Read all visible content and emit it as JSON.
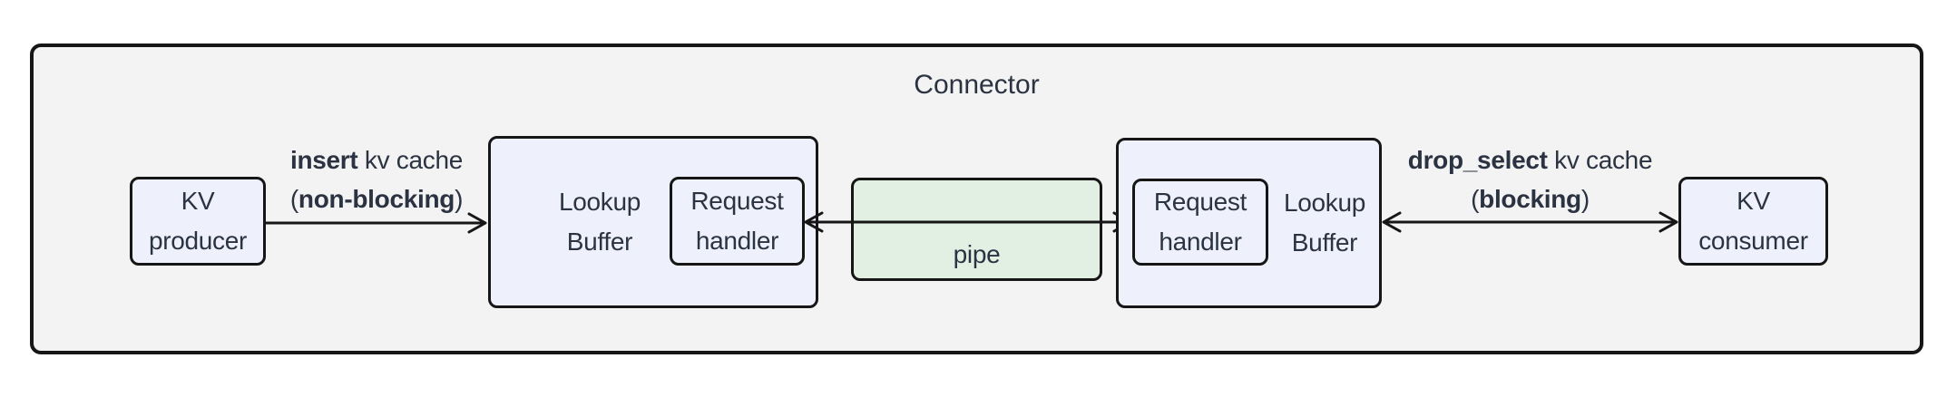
{
  "title": "Connector",
  "colors": {
    "canvas_bg": "#ffffff",
    "container_bg": "#f3f3f3",
    "node_bg": "#eef1fb",
    "pipe_bg": "#e2f0e4",
    "border": "#161616",
    "arrow": "#161616",
    "text": "#2b3342"
  },
  "nodes": {
    "kv_producer": "KV\nproducer",
    "lookup_buffer_left": "Lookup\nBuffer",
    "request_handler_left": "Request\nhandler",
    "pipe": "pipe",
    "request_handler_right": "Request\nhandler",
    "lookup_buffer_right": "Lookup\nBuffer",
    "kv_consumer": "KV\nconsumer"
  },
  "edges": {
    "insert": {
      "line1_bold": "insert",
      "line1_rest": " kv cache",
      "line2_pre": "(",
      "line2_bold": "non-blocking",
      "line2_post": ")"
    },
    "drop_select": {
      "line1_bold": "drop_select",
      "line1_rest": " kv cache",
      "line2_pre": "(",
      "line2_bold": "blocking",
      "line2_post": ")"
    }
  }
}
